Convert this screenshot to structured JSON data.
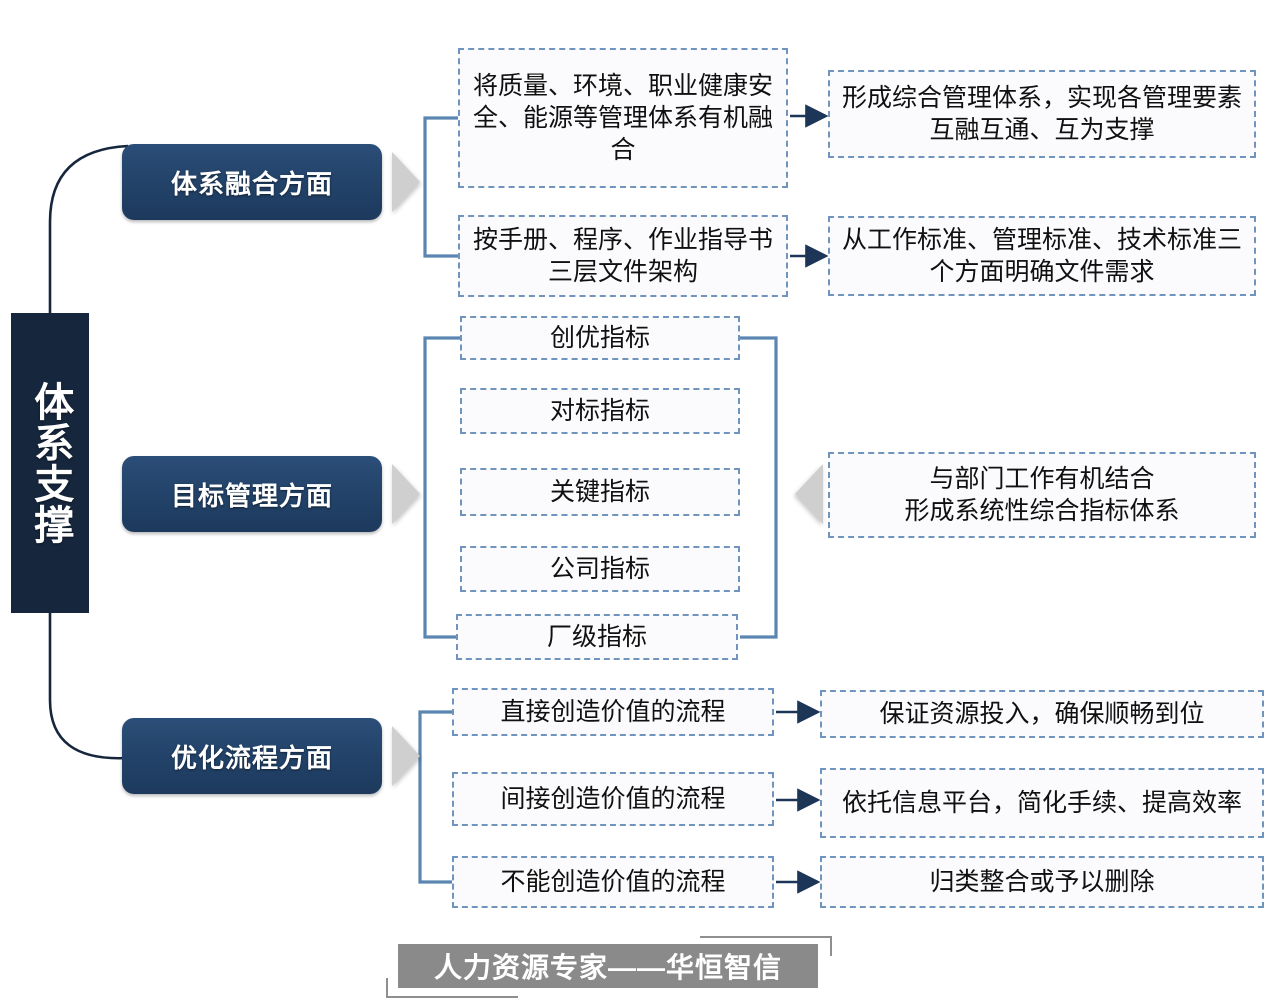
{
  "title_bar": {
    "label": "体系支撑"
  },
  "sections": [
    {
      "id": "system-integration",
      "pill_label": "体系融合方面",
      "items": [
        {
          "left": "将质量、环境、职业健康安全、能源等管理体系有机融合",
          "right": "形成综合管理体系，实现各管理要素互融互通、互为支撑"
        },
        {
          "left": "按手册、程序、作业指导书三层文件架构",
          "right": "从工作标准、管理标准、技术标准三个方面明确文件需求"
        }
      ]
    },
    {
      "id": "goal-management",
      "pill_label": "目标管理方面",
      "indicators": [
        "创优指标",
        "对标指标",
        "关键指标",
        "公司指标",
        "厂级指标"
      ],
      "summary": "与部门工作有机结合\n形成系统性综合指标体系",
      "summary_line1": "与部门工作有机结合",
      "summary_line2": "形成系统性综合指标体系"
    },
    {
      "id": "process-optimization",
      "pill_label": "优化流程方面",
      "items": [
        {
          "left": "直接创造价值的流程",
          "right": "保证资源投入，确保顺畅到位"
        },
        {
          "left": "间接创造价值的流程",
          "right": "依托信息平台，简化手续、提高效率"
        },
        {
          "left": "不能创造价值的流程",
          "right": "归类整合或予以删除"
        }
      ]
    }
  ],
  "footer": {
    "label": "人力资源专家——华恒智信"
  },
  "colors": {
    "navy_dark": "#16263d",
    "navy_pill": "#23436a",
    "dashed_border": "#6f94bd",
    "bracket": "#5b86b2",
    "arrow": "#1d3557",
    "chevron_grey": "#cfcfcf",
    "footer_grey": "#8a8a8a"
  }
}
